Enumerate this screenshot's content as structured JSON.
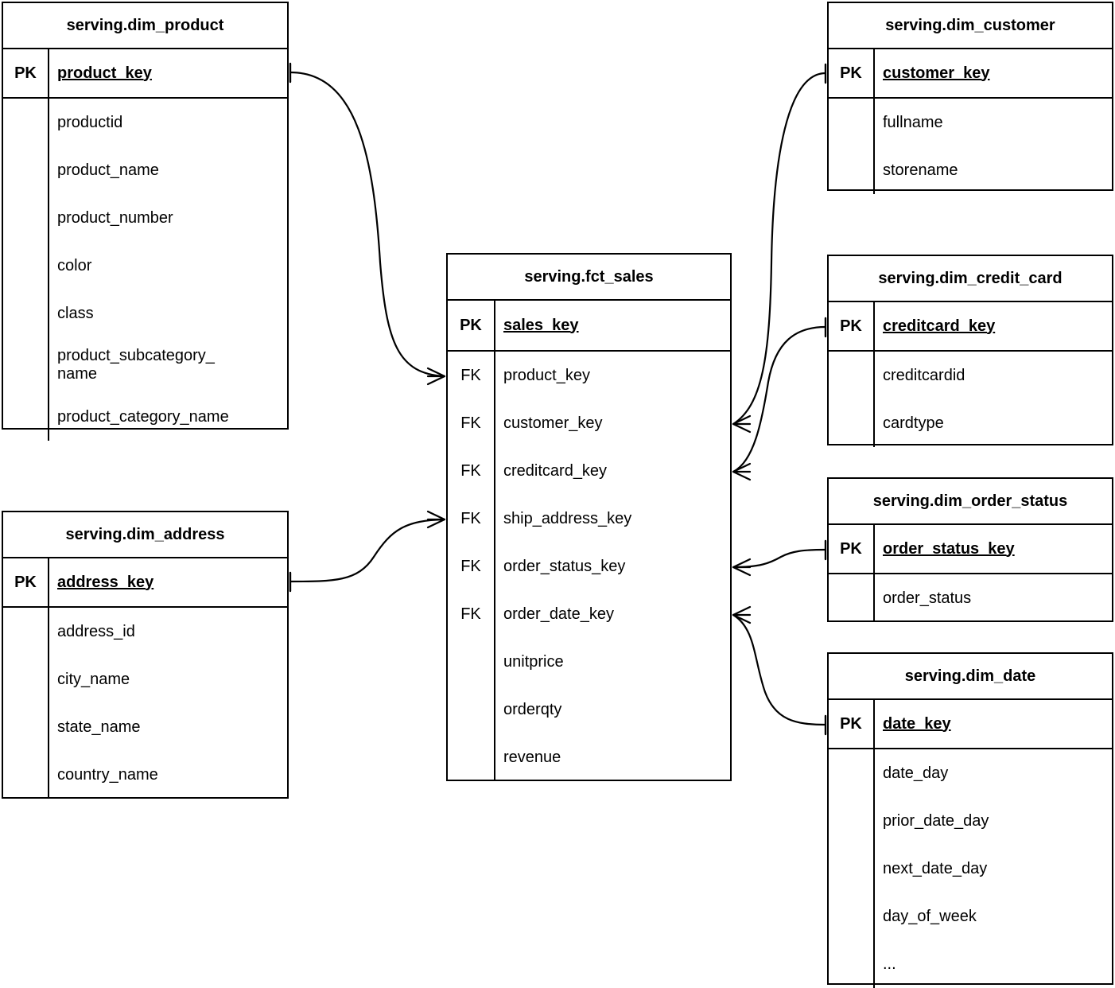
{
  "diagram": {
    "type": "entity-relationship-diagram",
    "notation": "crows-foot",
    "background_color": "#ffffff",
    "line_color": "#000000",
    "text_color": "#000000",
    "key_labels": {
      "primary": "PK",
      "foreign": "FK"
    }
  },
  "entities": {
    "product": {
      "title": "serving.dim_product",
      "pk": {
        "key": "PK",
        "name": "product_key"
      },
      "attributes": [
        {
          "key": "",
          "name": "productid"
        },
        {
          "key": "",
          "name": "product_name"
        },
        {
          "key": "",
          "name": "product_number"
        },
        {
          "key": "",
          "name": "color"
        },
        {
          "key": "",
          "name": "class"
        },
        {
          "key": "",
          "name": "product_subcategory_\nname"
        },
        {
          "key": "",
          "name": "product_category_name"
        }
      ]
    },
    "address": {
      "title": "serving.dim_address",
      "pk": {
        "key": "PK",
        "name": "address_key"
      },
      "attributes": [
        {
          "key": "",
          "name": "address_id"
        },
        {
          "key": "",
          "name": "city_name"
        },
        {
          "key": "",
          "name": "state_name"
        },
        {
          "key": "",
          "name": "country_name"
        }
      ]
    },
    "sales": {
      "title": "serving.fct_sales",
      "pk": {
        "key": "PK",
        "name": "sales_key"
      },
      "attributes": [
        {
          "key": "FK",
          "name": "product_key"
        },
        {
          "key": "FK",
          "name": "customer_key"
        },
        {
          "key": "FK",
          "name": "creditcard_key"
        },
        {
          "key": "FK",
          "name": "ship_address_key"
        },
        {
          "key": "FK",
          "name": "order_status_key"
        },
        {
          "key": "FK",
          "name": "order_date_key"
        },
        {
          "key": "",
          "name": "unitprice"
        },
        {
          "key": "",
          "name": "orderqty"
        },
        {
          "key": "",
          "name": "revenue"
        }
      ]
    },
    "customer": {
      "title": "serving.dim_customer",
      "pk": {
        "key": "PK",
        "name": "customer_key"
      },
      "attributes": [
        {
          "key": "",
          "name": "fullname"
        },
        {
          "key": "",
          "name": "storename"
        }
      ]
    },
    "credit_card": {
      "title": "serving.dim_credit_card",
      "pk": {
        "key": "PK",
        "name": "creditcard_key"
      },
      "attributes": [
        {
          "key": "",
          "name": "creditcardid"
        },
        {
          "key": "",
          "name": "cardtype"
        }
      ]
    },
    "order_status": {
      "title": "serving.dim_order_status",
      "pk": {
        "key": "PK",
        "name": "order_status_key"
      },
      "attributes": [
        {
          "key": "",
          "name": "order_status"
        }
      ]
    },
    "date": {
      "title": "serving.dim_date",
      "pk": {
        "key": "PK",
        "name": "date_key"
      },
      "attributes": [
        {
          "key": "",
          "name": "date_day"
        },
        {
          "key": "",
          "name": "prior_date_day"
        },
        {
          "key": "",
          "name": "next_date_day"
        },
        {
          "key": "",
          "name": "day_of_week"
        },
        {
          "key": "",
          "name": "..."
        }
      ]
    }
  },
  "relationships": [
    {
      "from": "serving.dim_product.product_key",
      "to": "serving.fct_sales.product_key",
      "from_cardinality": "one",
      "to_cardinality": "many"
    },
    {
      "from": "serving.dim_address.address_key",
      "to": "serving.fct_sales.ship_address_key",
      "from_cardinality": "one",
      "to_cardinality": "many"
    },
    {
      "from": "serving.dim_customer.customer_key",
      "to": "serving.fct_sales.customer_key",
      "from_cardinality": "one",
      "to_cardinality": "many"
    },
    {
      "from": "serving.dim_credit_card.creditcard_key",
      "to": "serving.fct_sales.creditcard_key",
      "from_cardinality": "one",
      "to_cardinality": "many"
    },
    {
      "from": "serving.dim_order_status.order_status_key",
      "to": "serving.fct_sales.order_status_key",
      "from_cardinality": "one",
      "to_cardinality": "many"
    },
    {
      "from": "serving.dim_date.date_key",
      "to": "serving.fct_sales.order_date_key",
      "from_cardinality": "one",
      "to_cardinality": "many"
    }
  ]
}
